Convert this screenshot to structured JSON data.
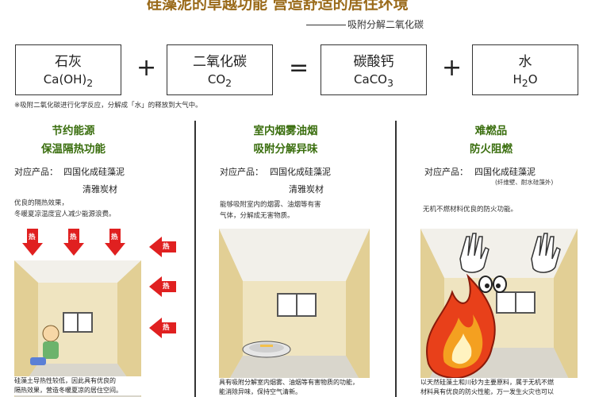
{
  "header": {
    "title": "硅藻泥的卓越功能 营造舒适的居住环境",
    "subtitle": "吸附分解二氧化碳"
  },
  "equation": {
    "terms": [
      {
        "name": "石灰",
        "formula_base": "Ca(OH)",
        "formula_sub": "2"
      },
      {
        "name": "二氧化碳",
        "formula_base": "CO",
        "formula_sub": "2"
      },
      {
        "name": "碳酸钙",
        "formula_base": "CaCO",
        "formula_sub": "3"
      },
      {
        "name": "水",
        "formula_base": "H",
        "formula_sub": "2",
        "formula_tail": "O"
      }
    ],
    "plus": "+",
    "equals": "=",
    "note": "※吸附二氧化碳进行化学反应，分解成「水」的释放到大气中。"
  },
  "panels": [
    {
      "heading1": "节约能源",
      "heading2": "保温隔热功能",
      "product_label": "对应产品：",
      "product1": "四国化成硅藻泥",
      "product2": "清雅炭材",
      "extra": "",
      "desc1": "优良的隔热效果，",
      "desc2": "冬暖夏凉温度宜人减少能源浪费。",
      "arrow_text": "热",
      "caption1": "硅藻土导热性较低，因此具有优良的",
      "caption2": "隔热效果，营造冬暖夏凉的居住空间。"
    },
    {
      "heading1": "室内烟雾油烟",
      "heading2": "吸附分解异味",
      "product_label": "对应产品：",
      "product1": "四国化成硅藻泥",
      "product2": "清雅炭材",
      "extra": "",
      "desc1": "能够吸附室内的烟雾、油烟等有害",
      "desc2": "气体，分解成无害物质。",
      "caption1": "具有吸附分解室内烟雾、油烟等有害物质的功能，",
      "caption2": "能消除异味，保持空气清新。"
    },
    {
      "heading1": "难燃品",
      "heading2": "防火阻燃",
      "product_label": "对应产品：",
      "product1": "四国化成硅藻泥",
      "product2": "",
      "extra": "(纤维壁、耐水硅藻外)",
      "desc1": "无机不燃材料优良的防火功能。",
      "desc2": "",
      "caption1": "以天然硅藻土和川砂为主要原料，属于无机不燃",
      "caption2": "材料具有优良的防火性能，万一发生火灾也可以"
    }
  ],
  "colors": {
    "title": "#9a6a1a",
    "heading_green": "#3a6e0e",
    "arrow_red": "#e02020",
    "wall": "#e8d9a8",
    "ceiling": "#f2f0ea",
    "floor": "#d9d6cc",
    "fire_red": "#e8401a",
    "fire_orange": "#f4a020"
  }
}
